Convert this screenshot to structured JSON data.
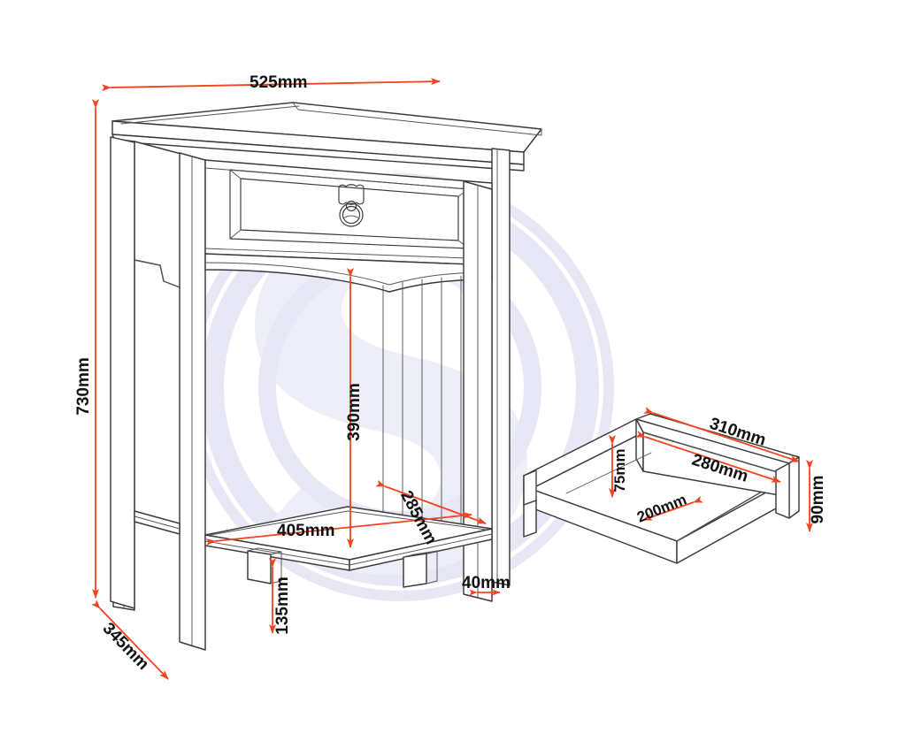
{
  "drawing": {
    "title": "Console Table Technical Dimension Drawing",
    "units": "mm",
    "background_color": "#ffffff",
    "line_color": "#3a3a3a",
    "dimension_color": "#f2441f",
    "text_color": "#111111",
    "watermark_color": "#edeef8"
  },
  "watermark": {
    "name": "swirl-s-watermark",
    "description": "faint lavender circular swirl logo"
  },
  "table": {
    "name": "console-table",
    "parts": {
      "top": "table-top",
      "drawer_front": "drawer-front-panel",
      "handle": "ring-pull-handle",
      "apron": "arched-apron",
      "legs": "tapered-legs",
      "shelf": "lower-shelf",
      "stretcher": "side-stretcher"
    }
  },
  "drawer": {
    "name": "drawer-box",
    "parts": {
      "front": "drawer-front",
      "back": "drawer-back",
      "sides": "drawer-sides",
      "base": "drawer-base"
    }
  },
  "dimensions": {
    "table_width": {
      "id": "dim-525",
      "label": "525mm",
      "value": 525,
      "orientation": "horizontal",
      "describes": "overall table top width"
    },
    "table_height": {
      "id": "dim-730",
      "label": "730mm",
      "value": 730,
      "orientation": "vertical",
      "describes": "overall table height"
    },
    "table_depth": {
      "id": "dim-345",
      "label": "345mm",
      "value": 345,
      "orientation": "diagonal",
      "describes": "overall table depth"
    },
    "shelf_clearance_height": {
      "id": "dim-390",
      "label": "390mm",
      "value": 390,
      "orientation": "vertical",
      "describes": "clearance from lower shelf to underside of apron"
    },
    "shelf_width": {
      "id": "dim-405",
      "label": "405mm",
      "value": 405,
      "orientation": "horizontal",
      "describes": "lower shelf width"
    },
    "shelf_depth": {
      "id": "dim-285",
      "label": "285mm",
      "value": 285,
      "orientation": "diagonal",
      "describes": "lower shelf depth"
    },
    "shelf_floor_height": {
      "id": "dim-135",
      "label": "135mm",
      "value": 135,
      "orientation": "vertical",
      "describes": "height from floor to lower shelf"
    },
    "leg_thickness": {
      "id": "dim-40",
      "label": "40mm",
      "value": 40,
      "orientation": "horizontal",
      "describes": "leg cross-section thickness"
    },
    "drawer_outer_width": {
      "id": "dim-310",
      "label": "310mm",
      "value": 310,
      "orientation": "diagonal",
      "describes": "drawer outer width"
    },
    "drawer_inner_width": {
      "id": "dim-280",
      "label": "280mm",
      "value": 280,
      "orientation": "diagonal",
      "describes": "drawer internal width"
    },
    "drawer_inner_depth": {
      "id": "dim-200",
      "label": "200mm",
      "value": 200,
      "orientation": "diagonal",
      "describes": "drawer internal depth"
    },
    "drawer_inner_height": {
      "id": "dim-75",
      "label": "75mm",
      "value": 75,
      "orientation": "vertical",
      "describes": "drawer internal height"
    },
    "drawer_outer_height": {
      "id": "dim-90",
      "label": "90mm",
      "value": 90,
      "orientation": "vertical",
      "describes": "drawer front outer height"
    }
  }
}
